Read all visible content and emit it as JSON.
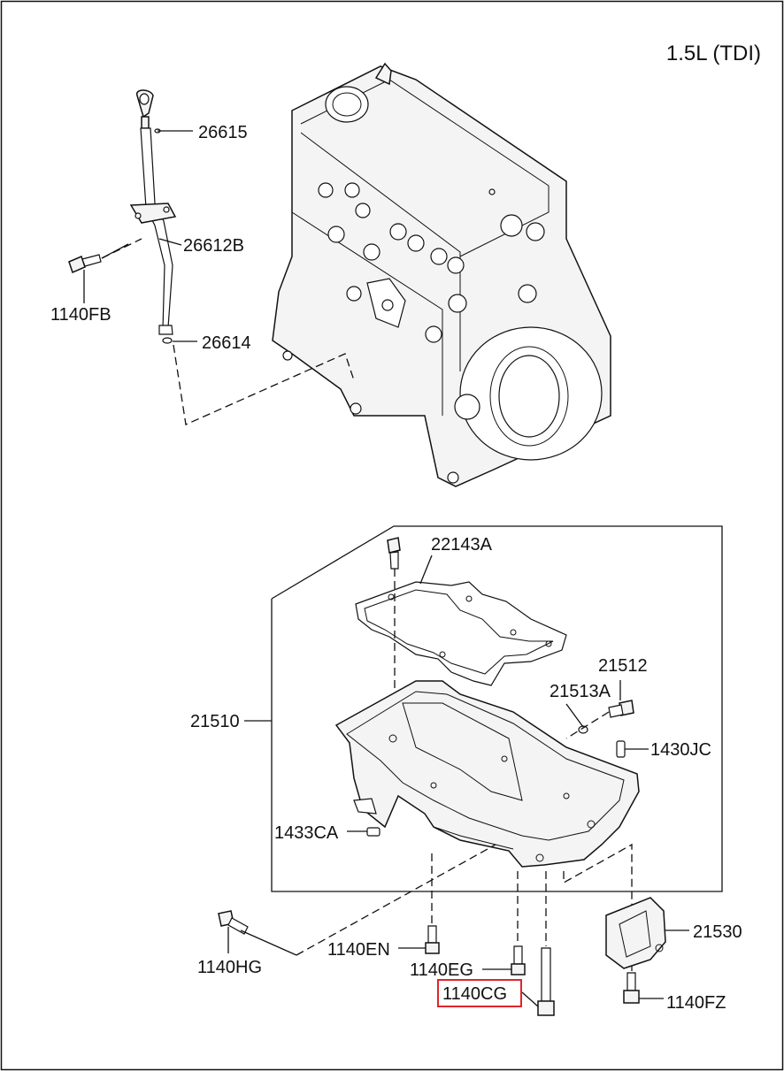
{
  "title": "1.5L (TDI)",
  "highlight_color": "#e0242b",
  "labels": {
    "p26615": "26615",
    "p26612B": "26612B",
    "p1140FB": "1140FB",
    "p26614": "26614",
    "p22143A": "22143A",
    "p21512": "21512",
    "p21513A": "21513A",
    "p21510": "21510",
    "p1430JC": "1430JC",
    "p1433CA": "1433CA",
    "p21530": "21530",
    "p1140HG": "1140HG",
    "p1140EN": "1140EN",
    "p1140EG": "1140EG",
    "p1140CG": "1140CG",
    "p1140FZ": "1140FZ"
  }
}
